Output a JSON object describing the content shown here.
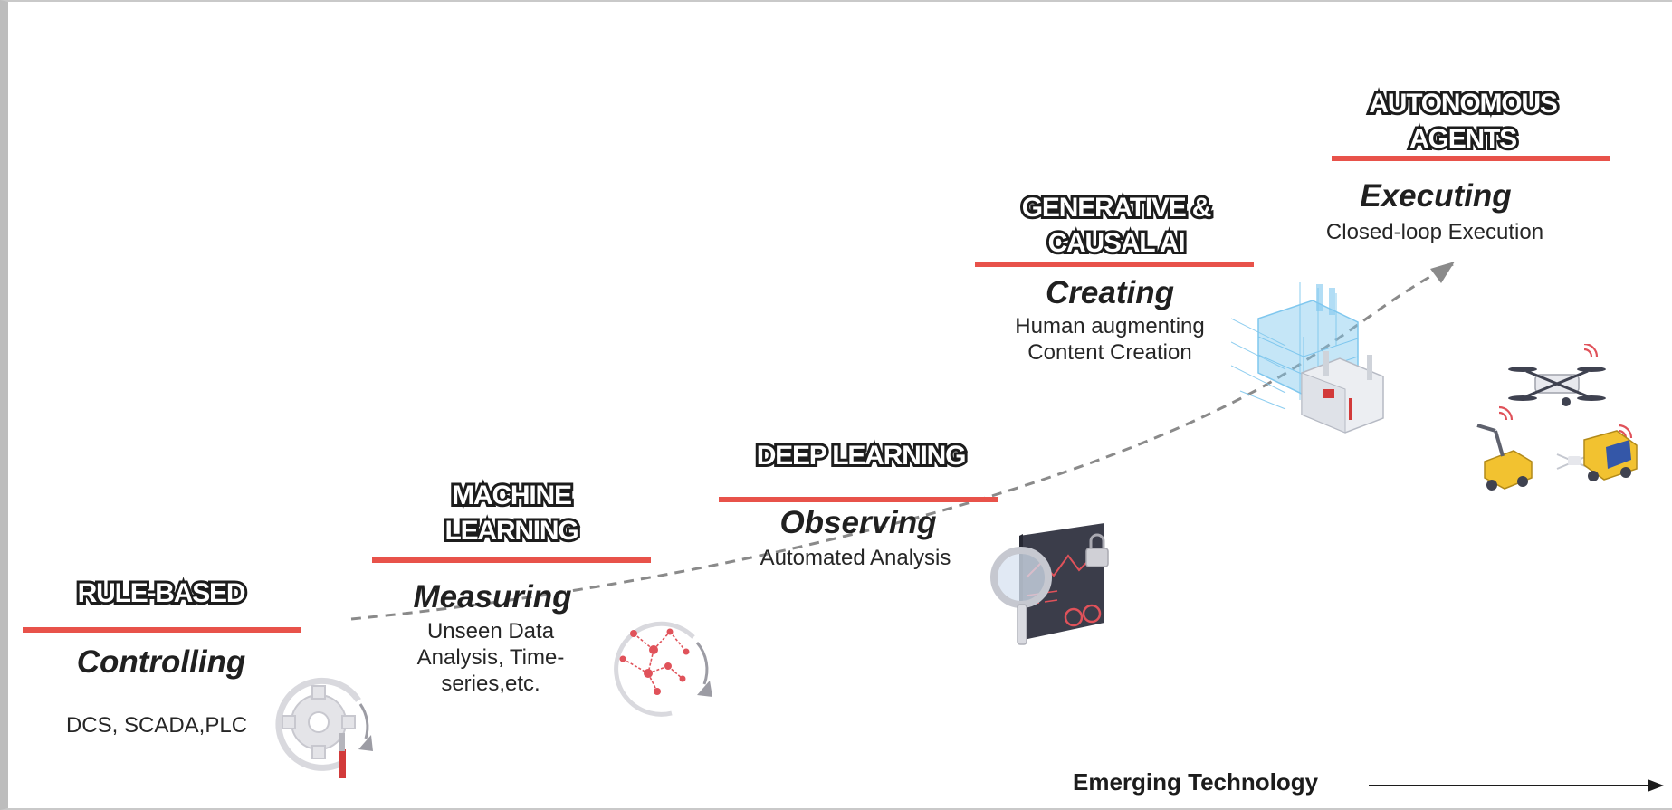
{
  "stages": [
    {
      "title_line1": "RULE-BASED",
      "title_line2": "",
      "verb": "Controlling",
      "desc_line1": "DCS, SCADA,PLC",
      "desc_line2": "",
      "desc_line3": ""
    },
    {
      "title_line1": "MACHINE",
      "title_line2": "LEARNING",
      "verb": "Measuring",
      "desc_line1": "Unseen Data",
      "desc_line2": "Analysis, Time-",
      "desc_line3": "series,etc."
    },
    {
      "title_line1": "DEEP LEARNING",
      "title_line2": "",
      "verb": "Observing",
      "desc_line1": "Automated Analysis",
      "desc_line2": "",
      "desc_line3": ""
    },
    {
      "title_line1": "GENERATIVE &",
      "title_line2": "CAUSAL AI",
      "verb": "Creating",
      "desc_line1": "Human augmenting",
      "desc_line2": "Content Creation",
      "desc_line3": ""
    },
    {
      "title_line1": "AUTONOMOUS",
      "title_line2": "AGENTS",
      "verb": "Executing",
      "desc_line1": "Closed-loop Execution",
      "desc_line2": "",
      "desc_line3": ""
    }
  ],
  "axis": {
    "label": "Emerging Technology"
  },
  "icons": {
    "stage1": "gear-wrench-cycle-icon",
    "stage2": "network-graph-cycle-icon",
    "stage3": "magnifier-dashboard-lock-icon",
    "stage4": "digital-twin-factory-icon",
    "stage5": "drones-robots-icon"
  },
  "colors": {
    "accent": "#e8524a",
    "text": "#1c1c1c",
    "curve": "#8a8a8a",
    "twin": "#7fc7ee"
  }
}
